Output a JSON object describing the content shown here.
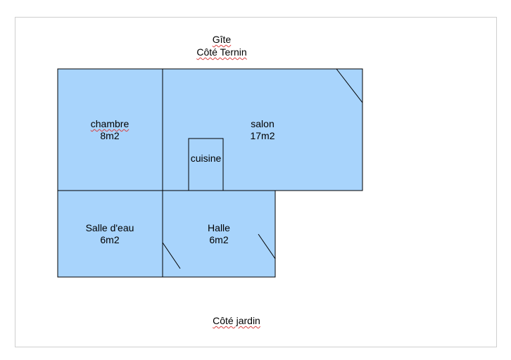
{
  "title": {
    "line1": "Gîte",
    "line2": "Côté Ternin"
  },
  "footer": {
    "label": "Côté jardin"
  },
  "rooms": {
    "chambre": {
      "name": "chambre",
      "area": "8m2"
    },
    "salon": {
      "name": "salon",
      "area": "17m2"
    },
    "cuisine": {
      "name": "cuisine"
    },
    "salle_eau": {
      "name": "Salle d'eau",
      "area": "6m2"
    },
    "halle": {
      "name": "Halle",
      "area": "6m2"
    }
  },
  "colors": {
    "room_fill": "#a8d4fc",
    "wall_stroke": "#000000",
    "spell_underline": "#d94040"
  }
}
